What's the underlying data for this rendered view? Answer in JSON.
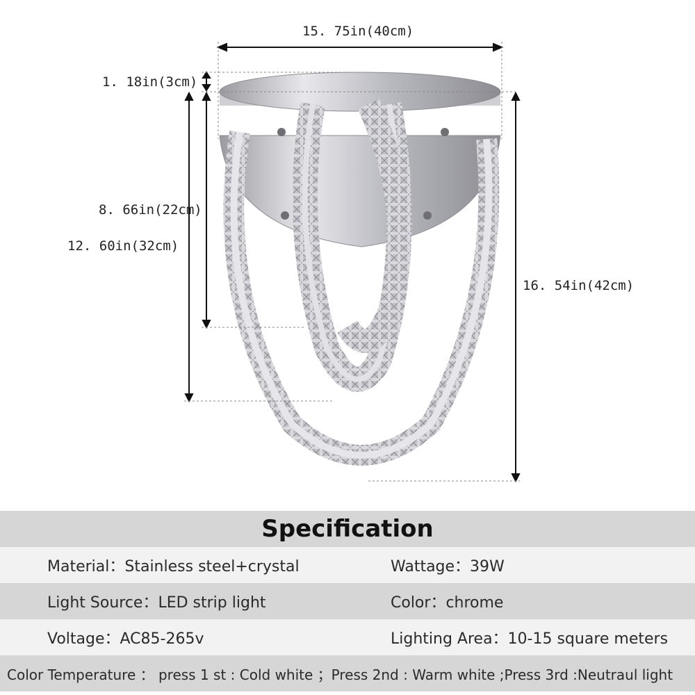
{
  "dimensions": {
    "width": "15. 75in(40cm)",
    "canopy_height": "1. 18in(3cm)",
    "inner_ring": "8. 66in(22cm)",
    "outer_ring": "12. 60in(32cm)",
    "total_height": "16. 54in(42cm)"
  },
  "specification": {
    "title": "Specification",
    "material": "Material：Stainless steel+crystal",
    "wattage": "Wattage：39W",
    "light_source": "Light Source：LED strip light",
    "color": "Color：chrome",
    "voltage": "Voltage：AC85-265v",
    "lighting_area": "Lighting Area：10-15 square meters",
    "color_temperature": "Color Temperature ： press 1 st : Cold white ；Press 2nd : Warm white ;Press 3rd :Neutraul light"
  },
  "colors": {
    "row_grey": "#d6d6d6",
    "row_light": "#f2f2f2",
    "chrome": "#c8c8cc"
  }
}
